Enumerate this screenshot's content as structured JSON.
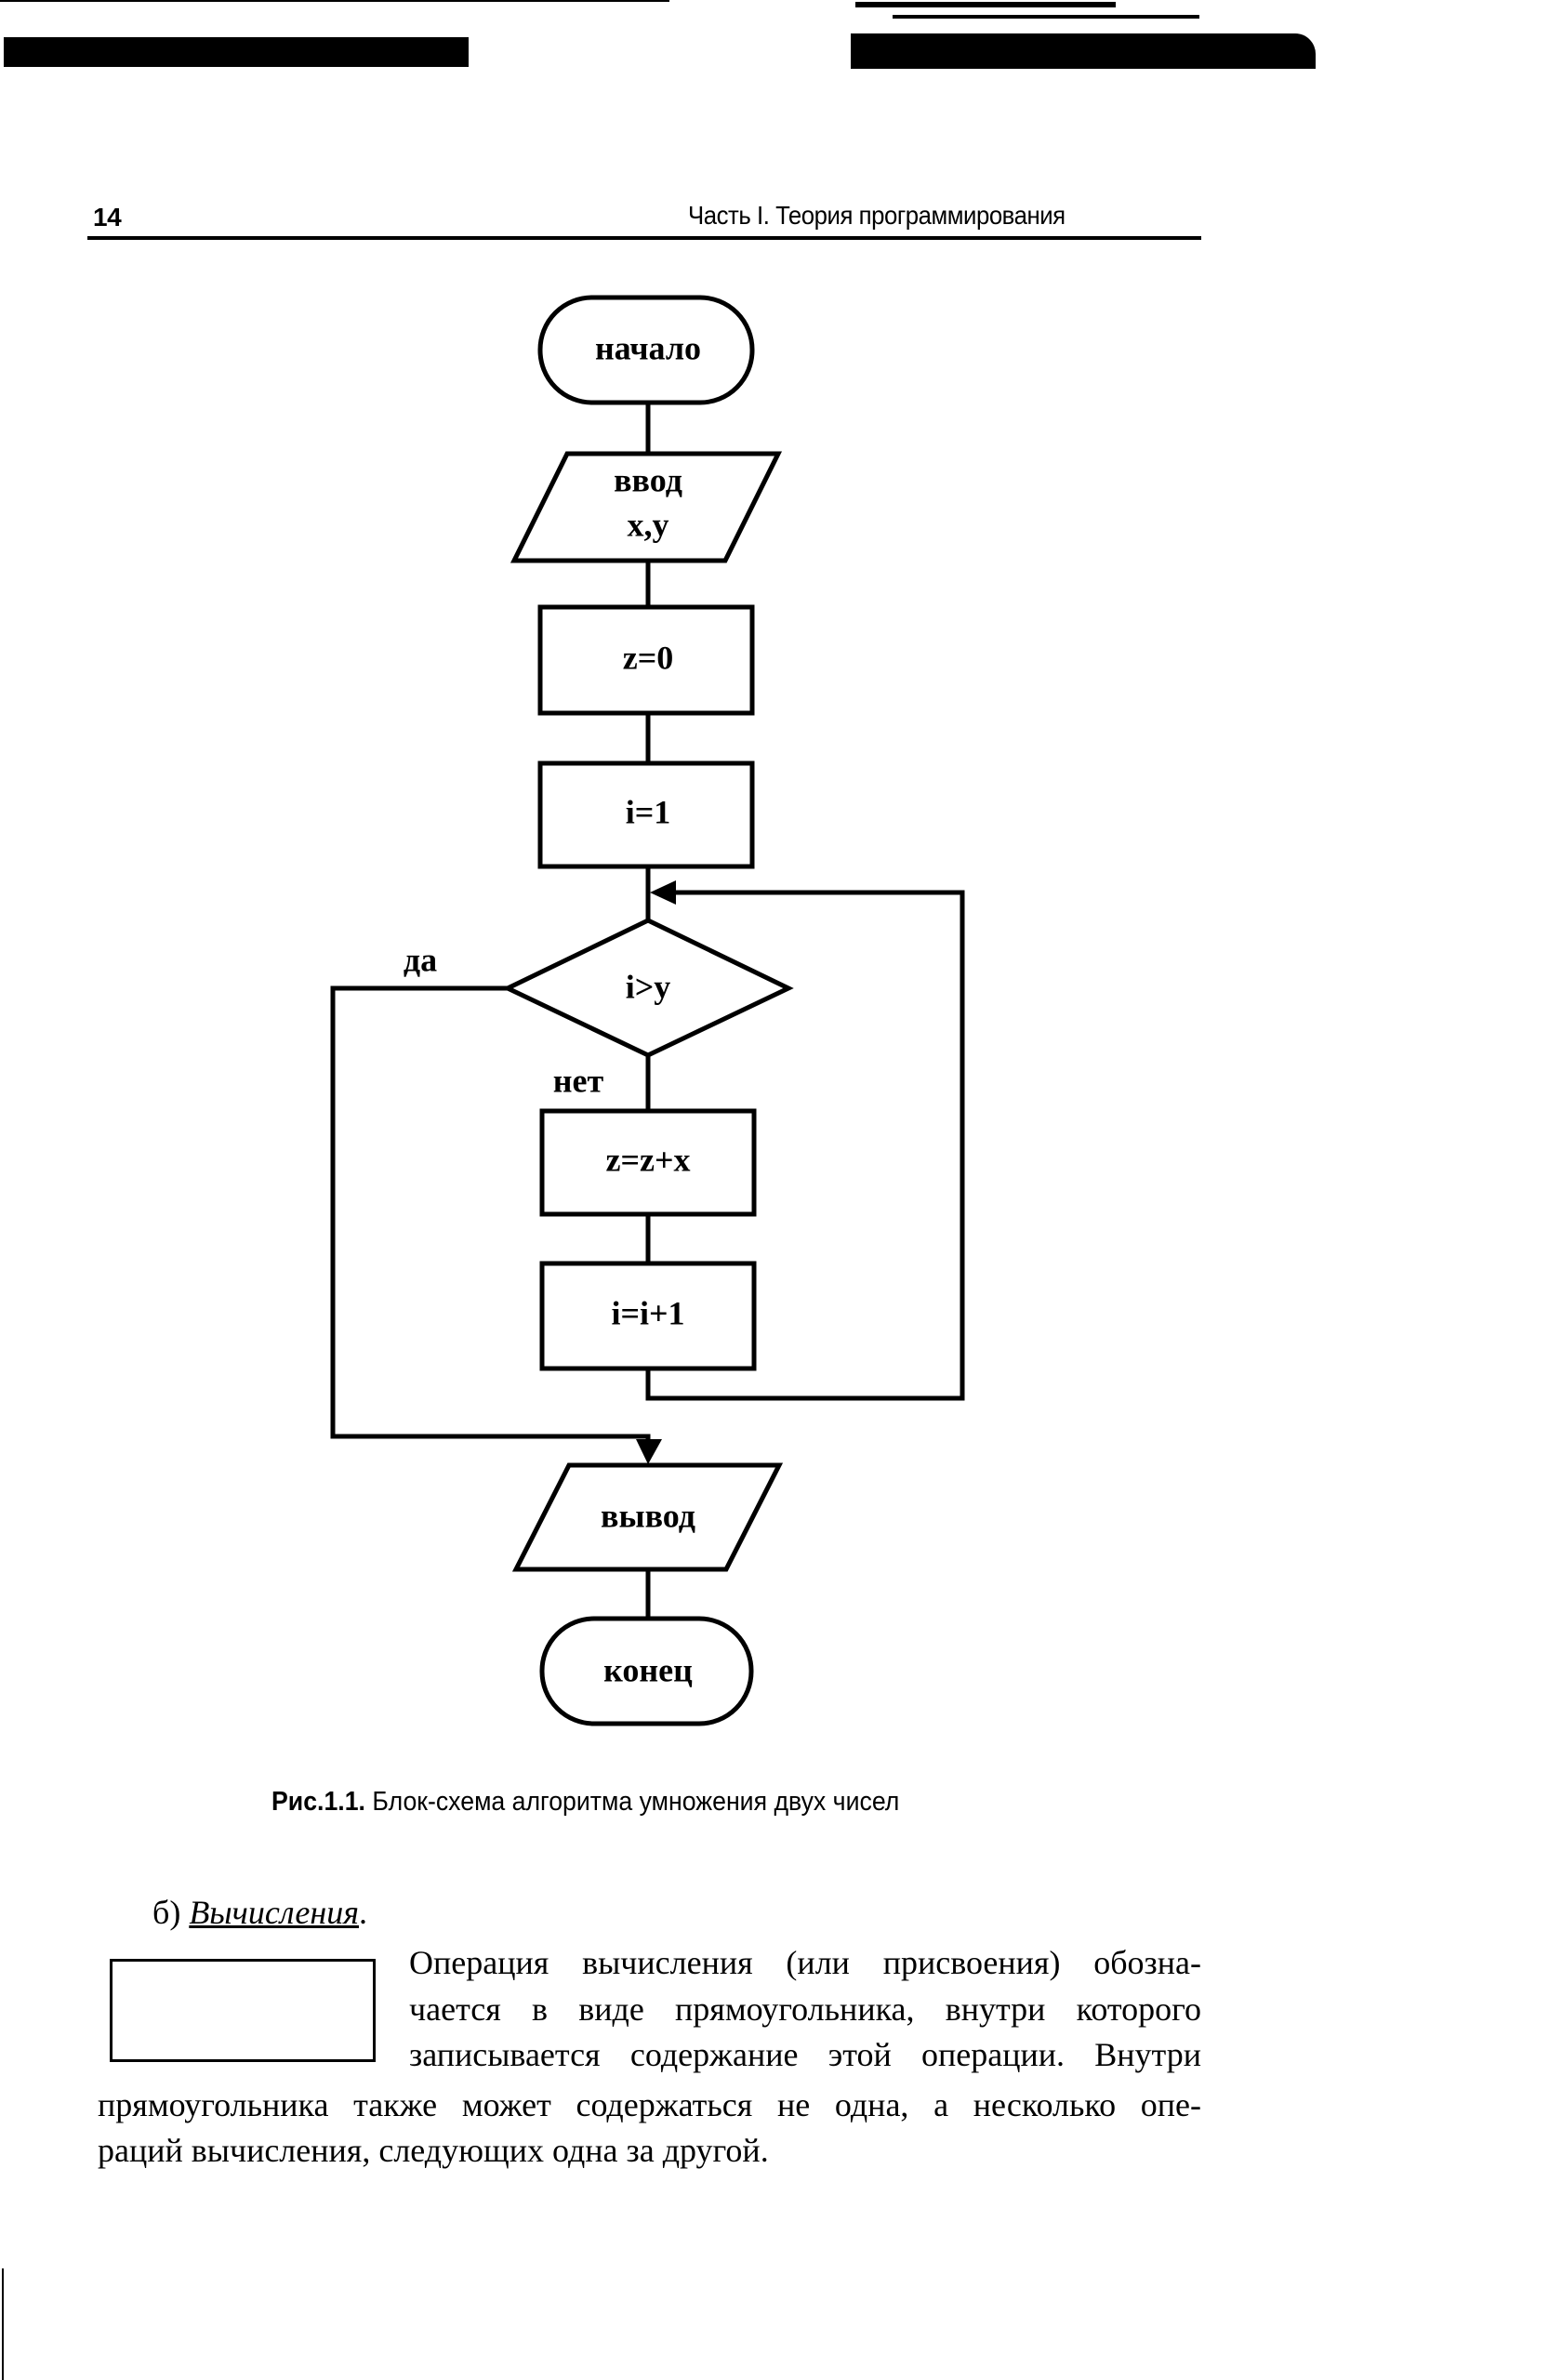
{
  "header": {
    "page_number": "14",
    "running_title": "Часть I. Теория программирования"
  },
  "flowchart": {
    "nodes": [
      {
        "id": "start",
        "type": "terminator",
        "label": "начало"
      },
      {
        "id": "input",
        "type": "io",
        "label_lines": [
          "ввод",
          "x,y"
        ]
      },
      {
        "id": "init_z",
        "type": "process",
        "label": "z=0"
      },
      {
        "id": "init_i",
        "type": "process",
        "label": "i=1"
      },
      {
        "id": "cond",
        "type": "decision",
        "label": "i>y"
      },
      {
        "id": "add",
        "type": "process",
        "label": "z=z+x"
      },
      {
        "id": "inc",
        "type": "process",
        "label": "i=i+1"
      },
      {
        "id": "output",
        "type": "io",
        "label": "вывод"
      },
      {
        "id": "end",
        "type": "terminator",
        "label": "конец"
      }
    ],
    "branch_labels": {
      "yes": "да",
      "no": "нет"
    }
  },
  "caption": {
    "prefix": "Рис.1.1.",
    "text": "Блок-схема алгоритма умножения двух чисел"
  },
  "section": {
    "marker": "б)",
    "title": "Вычисления",
    "title_suffix": "."
  },
  "paragraph": {
    "lines": [
      "Операция вычисления (или присвоения) обозна-",
      "чается в виде прямоугольника, внутри которого",
      "записывается содержание этой операции. Внутри",
      "прямоугольника также может содержаться не одна, а несколько опе-",
      "раций вычисления, следующих одна за другой."
    ]
  }
}
